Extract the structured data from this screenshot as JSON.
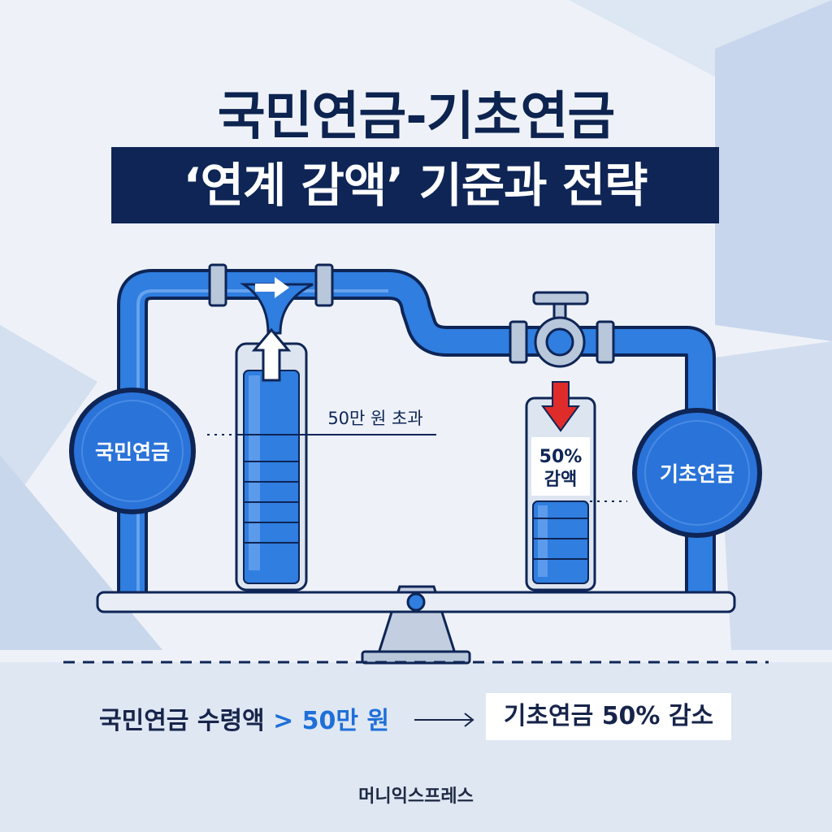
{
  "title": {
    "line1": "국민연금-기초연금",
    "line2": "‘연계 감액’ 기준과 전략"
  },
  "left_circle_label": "국민연금",
  "right_circle_label": "기초연금",
  "threshold_label": "50만 원 초과",
  "reduction_label_line1": "50%",
  "reduction_label_line2": "감액",
  "bottom": {
    "left_prefix": "국민연금 수령액 ",
    "left_operator": ">",
    "left_amount": " 50만 원",
    "right_box": "기초연금 50% 감소"
  },
  "brand": "머니익스프레스",
  "colors": {
    "navy": "#0e2556",
    "pipe_blue": "#1f6ed4",
    "accent_blue": "#1e6fd8",
    "red_arrow": "#e02b2b",
    "background": "#eef2f8"
  },
  "icons": [
    "right-arrow-icon",
    "up-arrow-icon",
    "down-arrow-icon",
    "valve-icon",
    "seesaw-icon"
  ]
}
